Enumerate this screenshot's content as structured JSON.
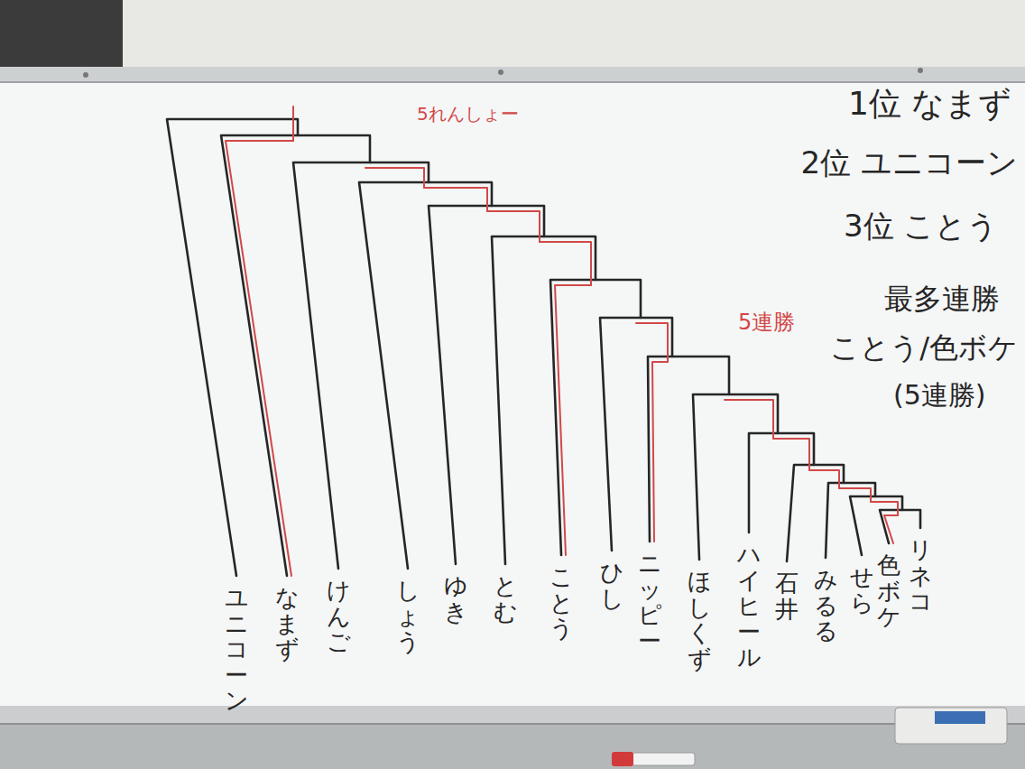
{
  "diagram": {
    "labels": [
      "1位 なまず",
      "2位 ユニコーン",
      "3位 ことう",
      "最多連勝",
      "ことう/色ボケ",
      "(5連勝)",
      "5れんしょー",
      "5連勝",
      "ユニコーン",
      "なまず",
      "けんご",
      "しょう",
      "ゆき",
      "とむ",
      "ことう",
      "ひし",
      "ニッピー",
      "ほしくず",
      "ハイヒール",
      "石井",
      "みるる",
      "せら",
      "色ボケ",
      "リネコ"
    ]
  }
}
